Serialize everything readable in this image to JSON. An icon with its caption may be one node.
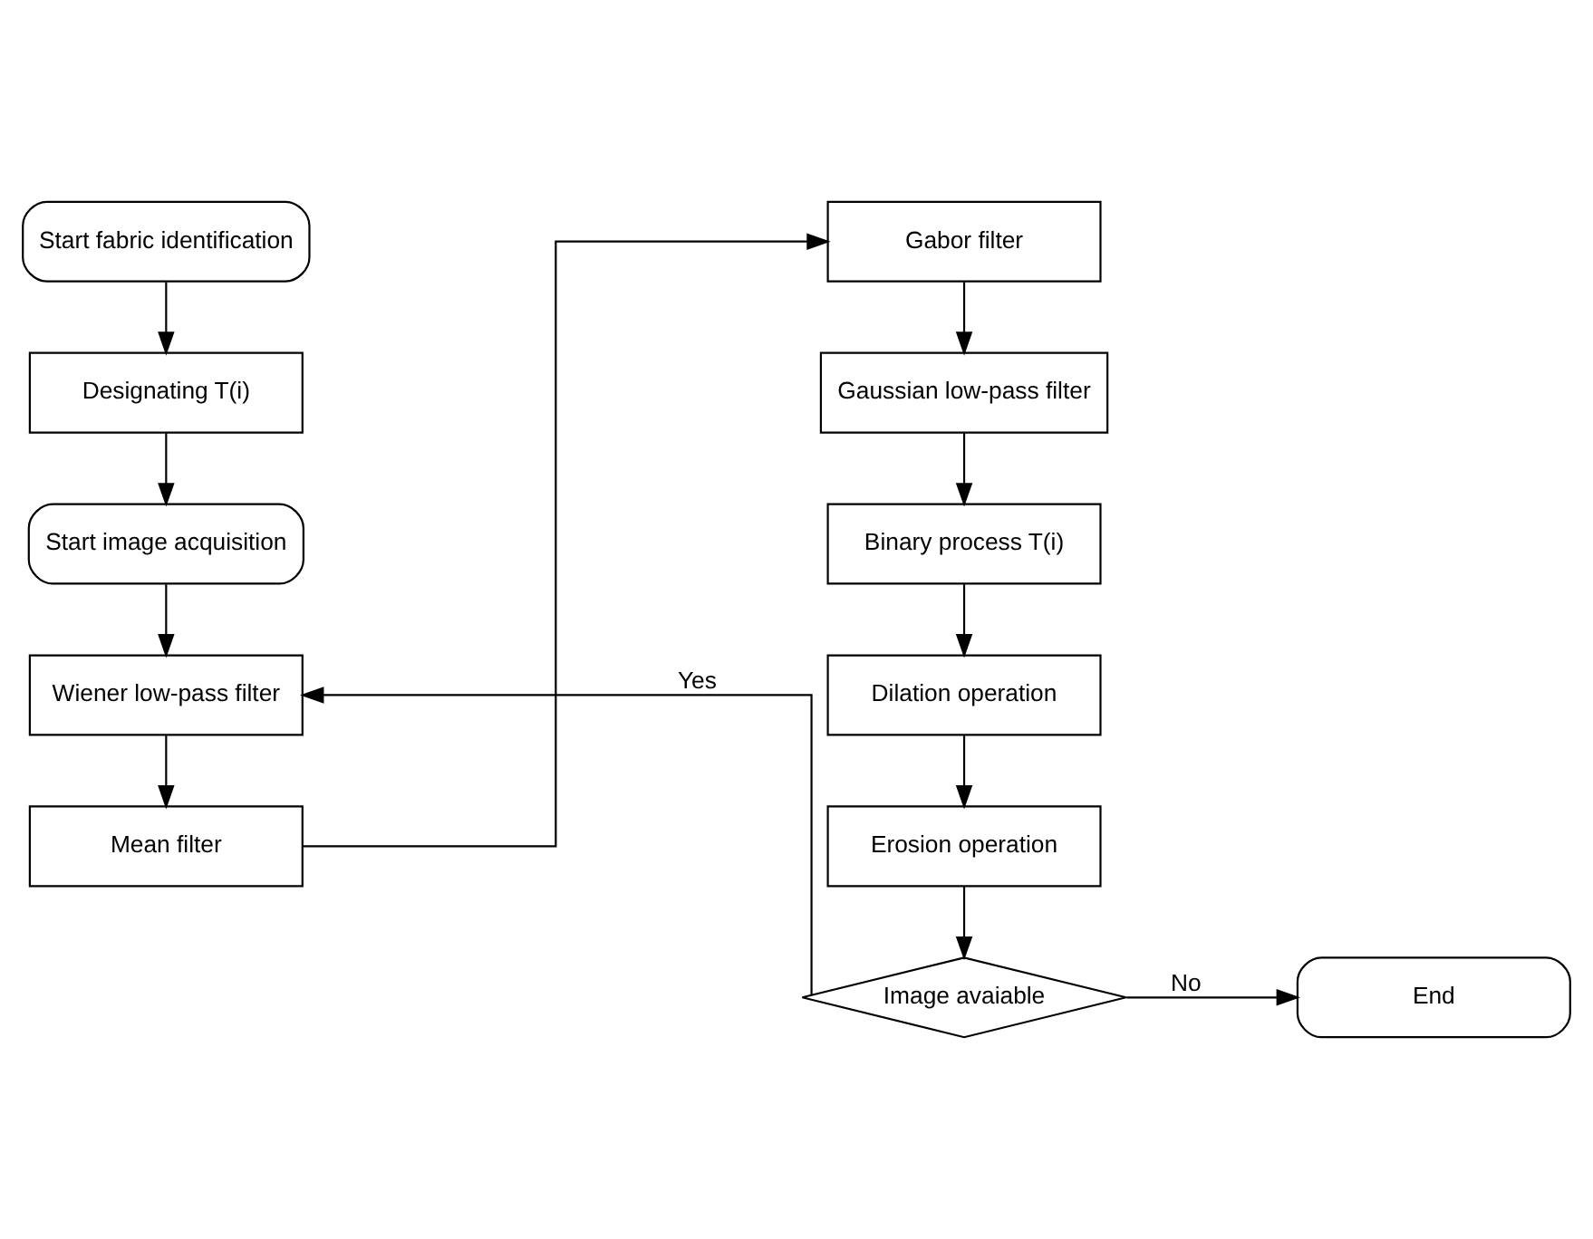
{
  "diagram": {
    "nodes": [
      {
        "text": [
          "Start fabric identification"
        ]
      },
      {
        "text": [
          "Designating T(i)"
        ]
      },
      {
        "text": [
          "Start image acquisition"
        ]
      },
      {
        "text": [
          "Wiener low-pass filter"
        ]
      },
      {
        "text": [
          "Mean filter"
        ]
      },
      {
        "text": [
          "Gabor filter"
        ]
      },
      {
        "text": [
          "Gaussian low-pass filter"
        ]
      },
      {
        "text": [
          "Binary process T(i)"
        ]
      },
      {
        "text": [
          "Dilation operation"
        ]
      },
      {
        "text": [
          "Erosion operation"
        ]
      },
      {
        "text": [
          "Image avaiable"
        ]
      },
      {
        "text": [
          "End"
        ]
      }
    ],
    "edges": [
      {
        "from": 0,
        "to": 1,
        "arrow": "to"
      },
      {
        "from": 1,
        "to": 2,
        "arrow": "to"
      },
      {
        "from": 2,
        "to": 3,
        "arrow": "to"
      },
      {
        "from": 3,
        "to": 4,
        "arrow": "to"
      },
      {
        "from": 4,
        "to": 5,
        "arrow": "to"
      },
      {
        "from": 5,
        "to": 6,
        "arrow": "to"
      },
      {
        "from": 6,
        "to": 7,
        "arrow": "to"
      },
      {
        "from": 7,
        "to": 8,
        "arrow": "to"
      },
      {
        "from": 8,
        "to": 9,
        "arrow": "to"
      },
      {
        "from": 9,
        "to": 10,
        "arrow": "to"
      },
      {
        "from": 10,
        "to": 3,
        "arrow": "to",
        "label": "Yes"
      },
      {
        "from": 10,
        "to": 11,
        "arrow": "to",
        "label": "No"
      }
    ]
  }
}
